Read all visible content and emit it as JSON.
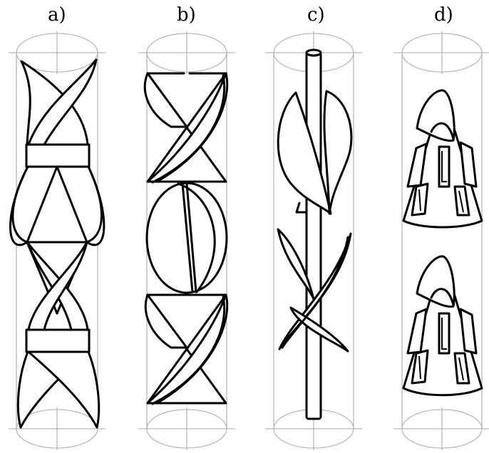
{
  "figure": {
    "labels": [
      "a)",
      "b)",
      "c)",
      "d)"
    ]
  }
}
